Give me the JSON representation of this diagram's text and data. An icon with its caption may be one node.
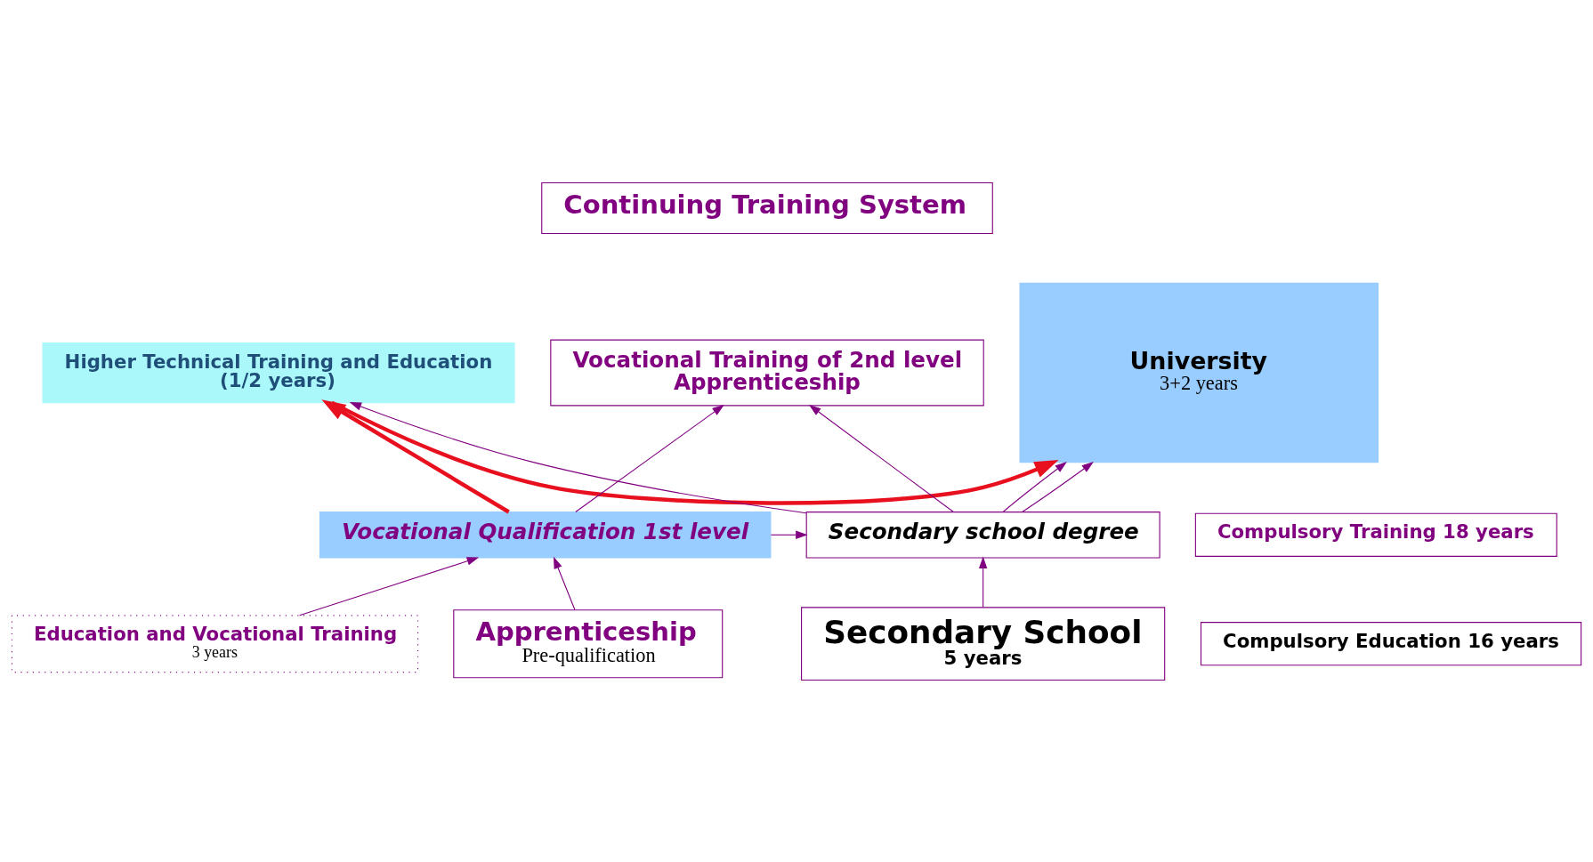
{
  "diagram": {
    "nodes": [
      {
        "text": [
          "Continuing Training System"
        ]
      },
      {
        "text": [
          "Vocational Training of 2nd level",
          "Apprenticeship"
        ]
      },
      {
        "text": [
          "Higher Technical Training and Education",
          "(1/2 years)"
        ]
      },
      {
        "text": [
          "University",
          "3+2 years"
        ]
      },
      {
        "text": [
          "*Secondary school degree*"
        ]
      },
      {
        "text": [
          "*Vocational Qualification 1st level*"
        ]
      },
      {
        "text": [
          "Compulsory Training 18 years"
        ]
      },
      {
        "text": [
          "Apprenticeship",
          "Pre-qualification"
        ]
      },
      {
        "text": [
          "Education and Vocational Training",
          "3 years"
        ]
      },
      {
        "text": [
          "Secondary School",
          "5 years"
        ]
      },
      {
        "text": [
          "Compulsory Education 16 years"
        ]
      }
    ],
    "edges": [
      {
        "from": 5,
        "to": 1,
        "arrow": "to"
      },
      {
        "from": 4,
        "to": 1,
        "arrow": "to"
      },
      {
        "from": 4,
        "to": 2,
        "arrow": "to"
      },
      {
        "from": 5,
        "to": 2,
        "arrow": "to",
        "style": "thick",
        "color": "#e8101e"
      },
      {
        "from": 2,
        "to": 3,
        "arrow": "to",
        "style": "thick",
        "color": "#e8101e"
      },
      {
        "from": 4,
        "to": 3,
        "arrow": "to"
      },
      {
        "from": 4,
        "to": 3,
        "arrow": "to"
      },
      {
        "from": 5,
        "to": 4,
        "arrow": "to"
      },
      {
        "from": 7,
        "to": 5,
        "arrow": "to"
      },
      {
        "from": 8,
        "to": 5,
        "arrow": "to"
      },
      {
        "from": 9,
        "to": 4,
        "arrow": "to"
      }
    ]
  }
}
